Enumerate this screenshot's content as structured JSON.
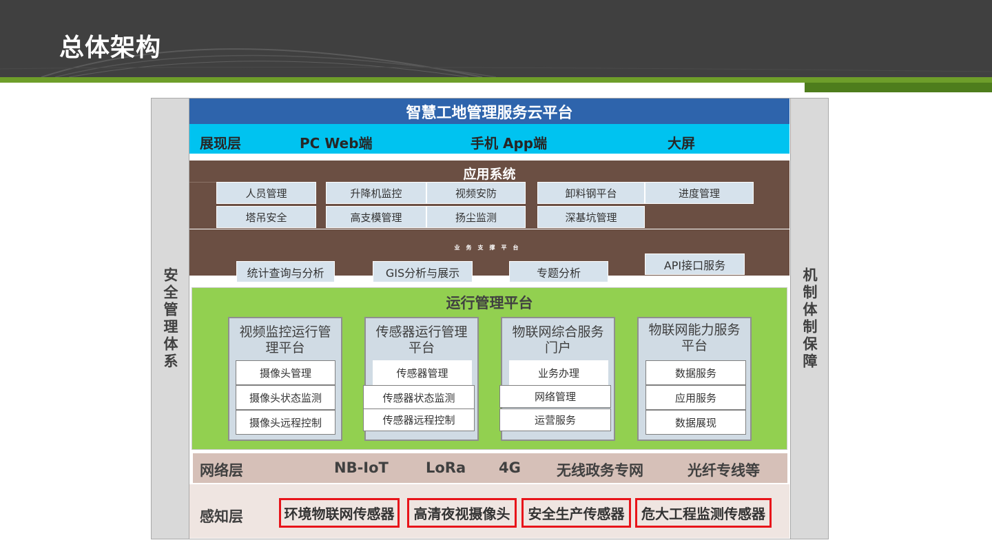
{
  "header": {
    "title": "总体架构"
  },
  "diagram": {
    "left_side": "安全管理体系",
    "right_side": "机制体制保障",
    "cloud_platform": "智慧工地管理服务云平台",
    "presentation": {
      "label": "展现层",
      "items": [
        "PC Web端",
        "手机 App端",
        "大屏"
      ]
    },
    "application": {
      "title": "应用系统",
      "items": [
        "人员管理",
        "升降机监控",
        "视频安防",
        "卸料钢平台",
        "进度管理",
        "塔吊安全",
        "高支模管理",
        "扬尘监测",
        "深基坑管理"
      ]
    },
    "support": {
      "title": "业务支撑平台",
      "items": [
        "统计查询与分析",
        "GIS分析与展示",
        "专题分析",
        "API接口服务"
      ]
    },
    "runtime": {
      "title": "运行管理平台",
      "modules": [
        {
          "title": "视频监控运行管理平台",
          "items": [
            "摄像头管理",
            "摄像头状态监测",
            "摄像头远程控制"
          ]
        },
        {
          "title": "传感器运行管理平台",
          "items": [
            "传感器管理",
            "传感器状态监测",
            "传感器远程控制"
          ]
        },
        {
          "title": "物联网综合服务门户",
          "items": [
            "业务办理",
            "网络管理",
            "运营服务"
          ]
        },
        {
          "title": "物联网能力服务平台",
          "items": [
            "数据服务",
            "应用服务",
            "数据展现"
          ]
        }
      ]
    },
    "network": {
      "label": "网络层",
      "items": [
        "NB-IoT",
        "LoRa",
        "4G",
        "无线政务专网",
        "光纤专线等"
      ]
    },
    "sensing": {
      "label": "感知层",
      "items": [
        "环境物联网传感器",
        "高清夜视摄像头",
        "安全生产传感器",
        "危大工程监测传感器"
      ]
    }
  }
}
